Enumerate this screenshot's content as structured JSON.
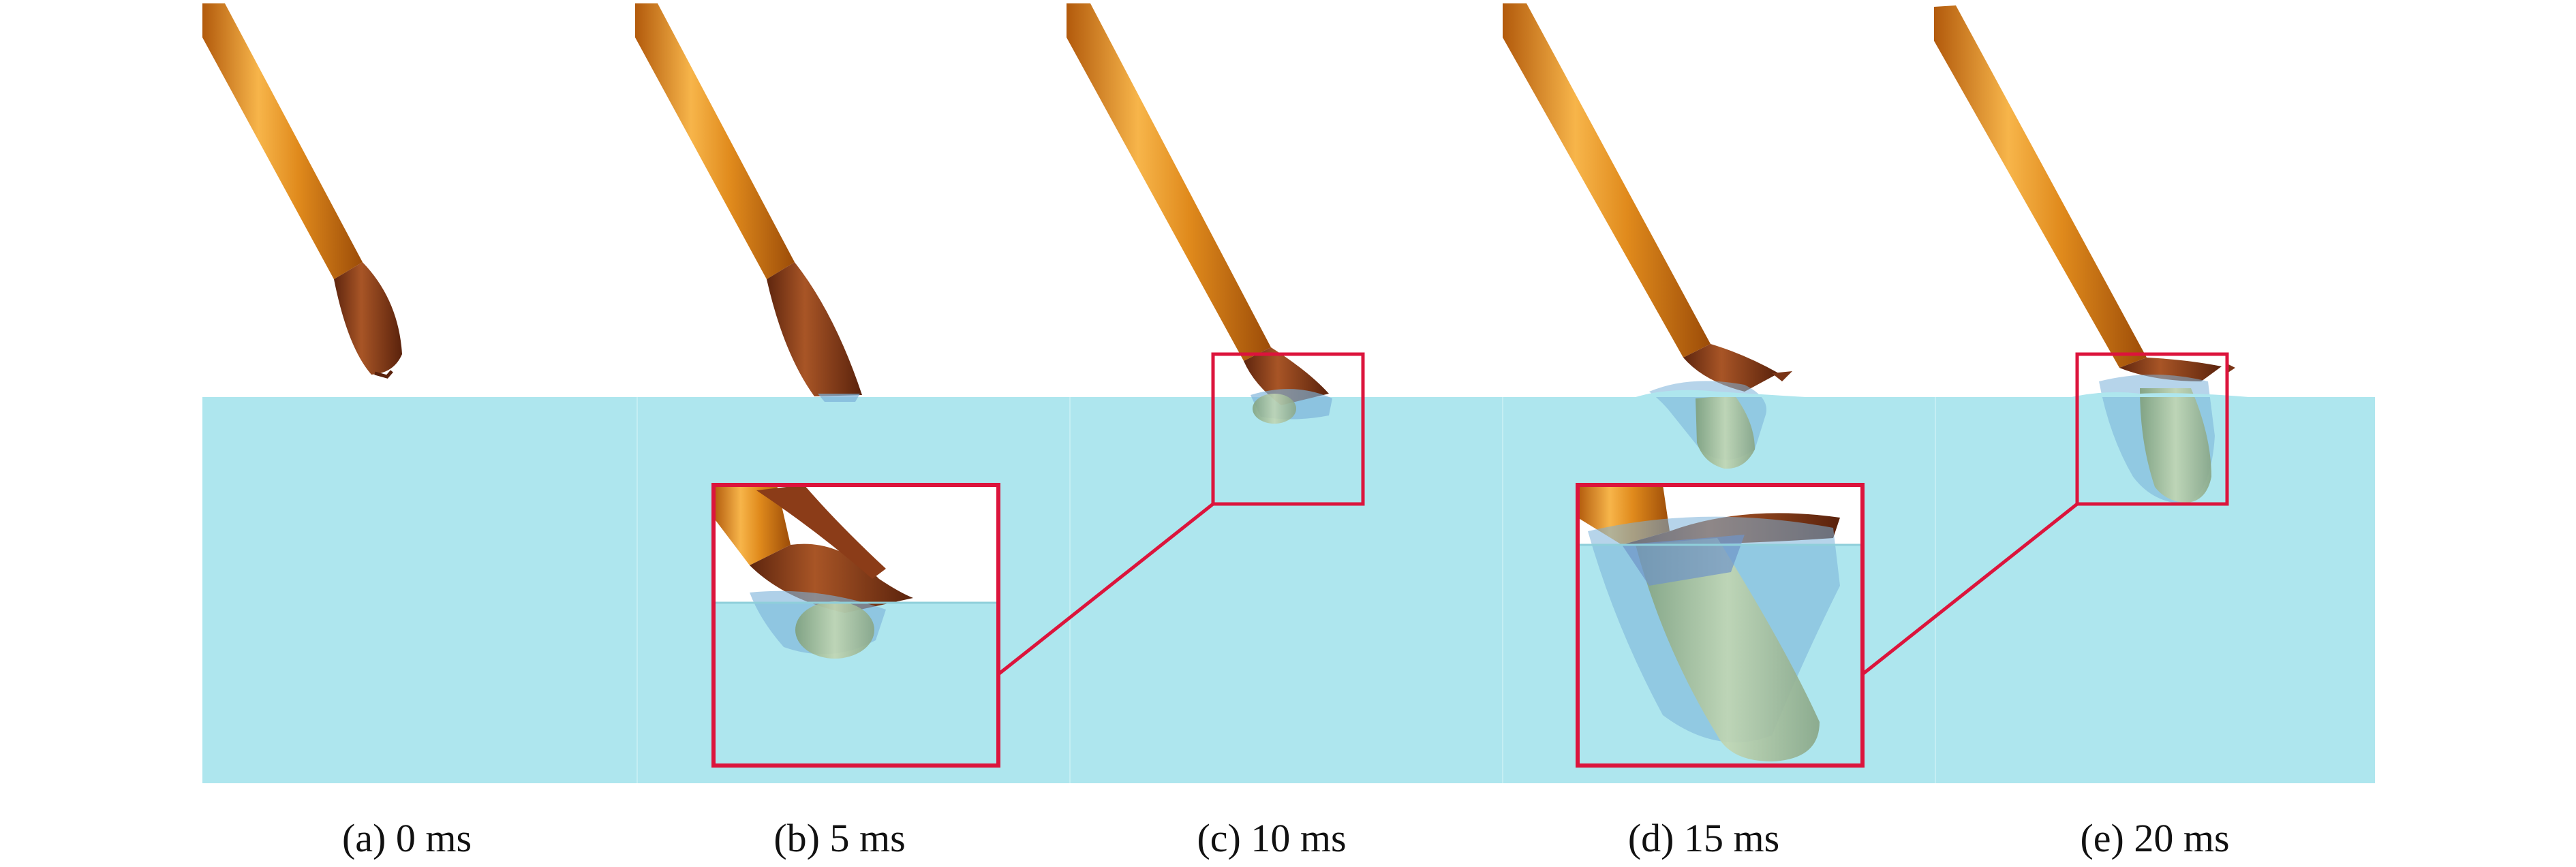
{
  "colors": {
    "background": "#ffffff",
    "water": "#aee6ee",
    "rod_light": "#f7b54a",
    "rod_mid": "#e08a1c",
    "rod_dark": "#b25a0c",
    "tip": "#7a3416",
    "tip_light": "#a85526",
    "splash_blue": "#7ab0d8",
    "submerged_head": "#a3c29b",
    "zoom_frame": "#dc143c",
    "caption_text": "#111111"
  },
  "panels": [
    {
      "label": "(a) 0 ms"
    },
    {
      "label": "(b) 5 ms"
    },
    {
      "label": "(c) 10 ms"
    },
    {
      "label": "(d) 15 ms"
    },
    {
      "label": "(e) 20 ms"
    }
  ]
}
